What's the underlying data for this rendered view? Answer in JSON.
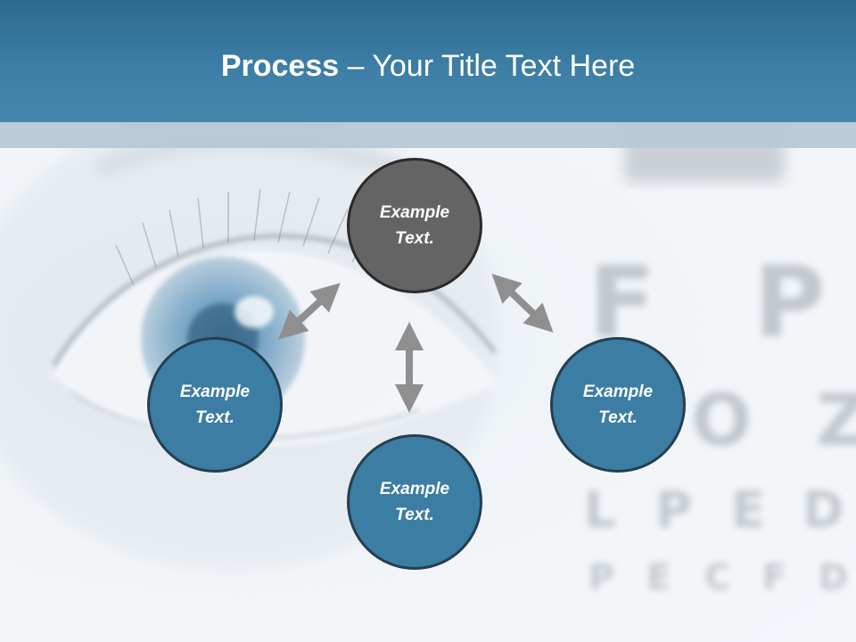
{
  "header": {
    "title_bold": "Process",
    "title_rest": " – Your Title Text Here"
  },
  "process": {
    "center_node": {
      "label": "Example\nText.",
      "color": "#646464"
    },
    "nodes": [
      {
        "label": "Example\nText.",
        "color": "#3c7da3"
      },
      {
        "label": "Example\nText.",
        "color": "#3c7da3"
      },
      {
        "label": "Example\nText.",
        "color": "#3c7da3"
      }
    ],
    "arrow_color": "#8f8f8f"
  },
  "background": {
    "eye_chart_letters": [
      "F",
      "P",
      "O",
      "Z",
      "L",
      "P",
      "E",
      "D",
      "P",
      "E",
      "C",
      "F",
      "D"
    ]
  },
  "colors": {
    "header": "#3c7ea5",
    "subbar": "#b7c8d6"
  }
}
